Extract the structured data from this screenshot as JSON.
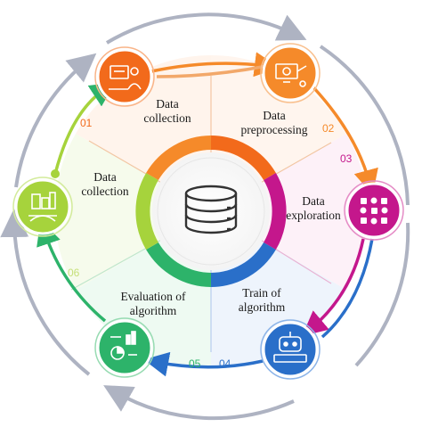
{
  "stages": [
    {
      "label_lines": [
        "Data",
        "collection"
      ],
      "number": "01",
      "color": "#f26a1b",
      "icon": "data-collection-person-icon"
    },
    {
      "label_lines": [
        "Data",
        "preprocessing"
      ],
      "number": "02",
      "color": "#f58a2a",
      "icon": "preprocessing-gear-icon"
    },
    {
      "label_lines": [
        "Data",
        "exploration"
      ],
      "number": "03",
      "color": "#c4178c",
      "icon": "exploration-grid-icon"
    },
    {
      "label_lines": [
        "Train of",
        "algorithm"
      ],
      "number": "04",
      "color": "#2a6fc9",
      "icon": "training-robot-icon"
    },
    {
      "label_lines": [
        "Evaluation of",
        "algorithm"
      ],
      "number": "05",
      "color": "#2db36a",
      "icon": "evaluation-charts-icon"
    },
    {
      "label_lines": [
        "Data",
        "collection"
      ],
      "number": "06",
      "color": "#a6d33c",
      "icon": "deployment-city-icon"
    }
  ],
  "center_icon": "database-icon",
  "colors": {
    "outer_ring": "#aeb3c2",
    "inner_line": "#f2a86a",
    "text": "#1a1a1a"
  }
}
